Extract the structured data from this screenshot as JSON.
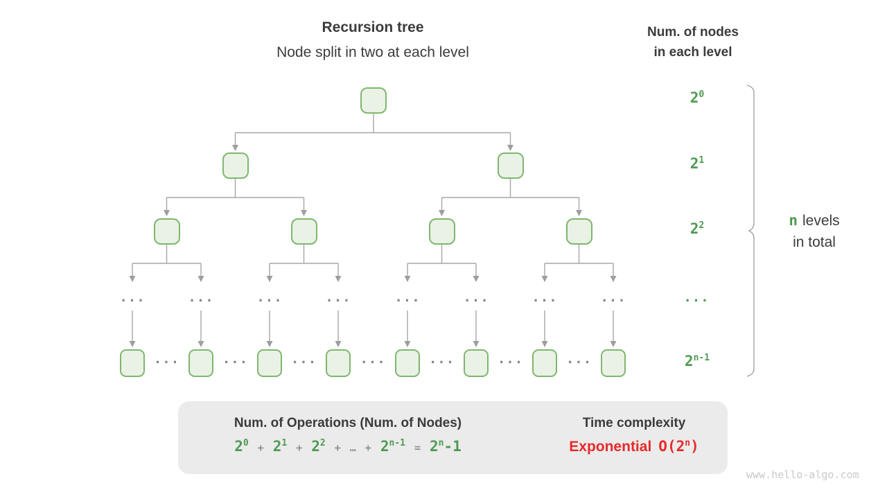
{
  "colors": {
    "green": "#4d9b52",
    "node_fill": "#e9f2e5",
    "node_border": "#7fb66e",
    "connector_gray": "#a6a6a6",
    "dots_gray": "#848484",
    "text_dark": "#3b3b3b",
    "operator_gray": "#8f8f8f",
    "red": "#e82a2a",
    "box_bg": "#ebebeb",
    "watermark_gray": "#c9c9c9"
  },
  "header": {
    "title": "Recursion tree",
    "subtitle": "Node split in two at each level"
  },
  "right_header": {
    "line1": "Num. of nodes",
    "line2": "in each level"
  },
  "level_labels": {
    "l1_base": "2",
    "l1_sup": "0",
    "l2_base": "2",
    "l2_sup": "1",
    "l3_base": "2",
    "l3_sup": "2",
    "l4_dots": "...",
    "l5_base": "2",
    "l5_sup": "n-1"
  },
  "brace_label": {
    "n": "n",
    "line1_rest": "levels",
    "line2": "in total"
  },
  "tree": {
    "dots": "..."
  },
  "summary_box": {
    "left_title": "Num. of Operations (Num. of Nodes)",
    "formula": {
      "t1_base": "2",
      "t1_sup": "0",
      "op1": "+",
      "t2_base": "2",
      "t2_sup": "1",
      "op2": "+",
      "t3_base": "2",
      "t3_sup": "2",
      "op3": "+",
      "ellipsis": "…",
      "op4": "+",
      "t4_base": "2",
      "t4_sup": "n-1",
      "op5": "=",
      "t5_base": "2",
      "t5_sup": "n",
      "t5_tail": "-1"
    },
    "right_title": "Time complexity",
    "complexity_word": "Exponential",
    "complexity_open": "O(2",
    "complexity_sup": "n",
    "complexity_close": ")"
  },
  "watermark": "www.hello-algo.com"
}
